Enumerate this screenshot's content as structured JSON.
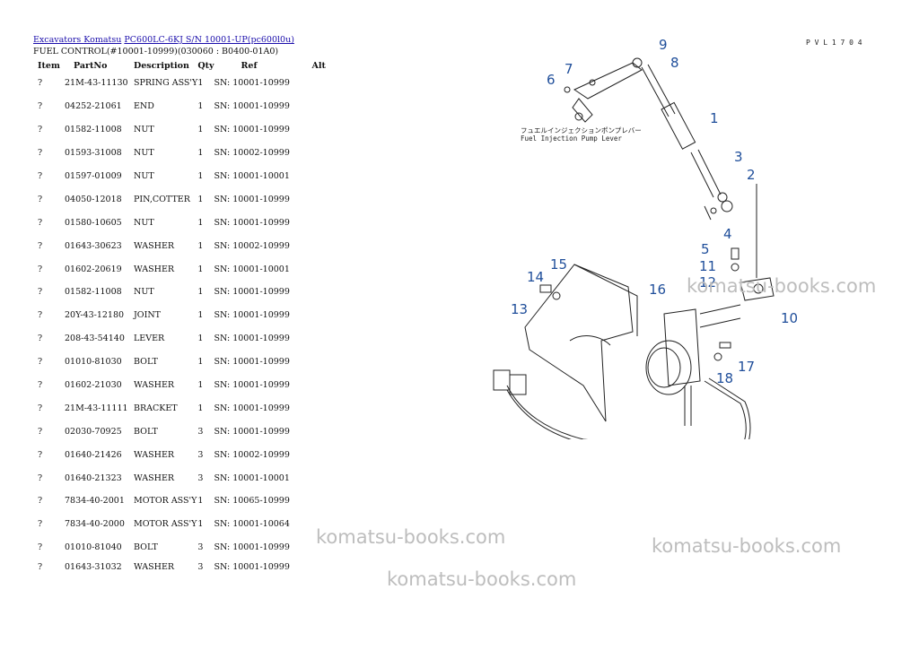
{
  "breadcrumb": {
    "link1": "Excavators Komatsu",
    "link2": "PC600LC-6KJ S/N 10001-UP(pc600l0u)"
  },
  "subtitle": "FUEL CONTROL(#10001-10999)(030060 : B0400-01A0)",
  "table": {
    "headers": [
      "Item",
      "PartNo",
      "Description",
      "Qty",
      "Ref",
      "Alt"
    ],
    "rows": [
      {
        "item": "?",
        "partno": "21M-43-11130",
        "desc": "SPRING ASS'Y",
        "qty": "1",
        "ref": "SN: 10001-10999",
        "alt": ""
      },
      {
        "item": "?",
        "partno": "04252-21061",
        "desc": "END",
        "qty": "1",
        "ref": "SN: 10001-10999",
        "alt": ""
      },
      {
        "item": "?",
        "partno": "01582-11008",
        "desc": "NUT",
        "qty": "1",
        "ref": "SN: 10001-10999",
        "alt": ""
      },
      {
        "item": "?",
        "partno": "01593-31008",
        "desc": "NUT",
        "qty": "1",
        "ref": "SN: 10002-10999",
        "alt": ""
      },
      {
        "item": "?",
        "partno": "01597-01009",
        "desc": "NUT",
        "qty": "1",
        "ref": "SN: 10001-10001",
        "alt": ""
      },
      {
        "item": "?",
        "partno": "04050-12018",
        "desc": "PIN,COTTER",
        "qty": "1",
        "ref": "SN: 10001-10999",
        "alt": ""
      },
      {
        "item": "?",
        "partno": "01580-10605",
        "desc": "NUT",
        "qty": "1",
        "ref": "SN: 10001-10999",
        "alt": ""
      },
      {
        "item": "?",
        "partno": "01643-30623",
        "desc": "WASHER",
        "qty": "1",
        "ref": "SN: 10002-10999",
        "alt": ""
      },
      {
        "item": "?",
        "partno": "01602-20619",
        "desc": "WASHER",
        "qty": "1",
        "ref": "SN: 10001-10001",
        "alt": ""
      },
      {
        "item": "?",
        "partno": "01582-11008",
        "desc": "NUT",
        "qty": "1",
        "ref": "SN: 10001-10999",
        "alt": ""
      },
      {
        "item": "?",
        "partno": "20Y-43-12180",
        "desc": "JOINT",
        "qty": "1",
        "ref": "SN: 10001-10999",
        "alt": ""
      },
      {
        "item": "?",
        "partno": "208-43-54140",
        "desc": "LEVER",
        "qty": "1",
        "ref": "SN: 10001-10999",
        "alt": ""
      },
      {
        "item": "?",
        "partno": "01010-81030",
        "desc": "BOLT",
        "qty": "1",
        "ref": "SN: 10001-10999",
        "alt": ""
      },
      {
        "item": "?",
        "partno": "01602-21030",
        "desc": "WASHER",
        "qty": "1",
        "ref": "SN: 10001-10999",
        "alt": ""
      },
      {
        "item": "?",
        "partno": "21M-43-11111",
        "desc": "BRACKET",
        "qty": "1",
        "ref": "SN: 10001-10999",
        "alt": ""
      },
      {
        "item": "?",
        "partno": "02030-70925",
        "desc": "BOLT",
        "qty": "3",
        "ref": "SN: 10001-10999",
        "alt": ""
      },
      {
        "item": "?",
        "partno": "01640-21426",
        "desc": "WASHER",
        "qty": "3",
        "ref": "SN: 10002-10999",
        "alt": ""
      },
      {
        "item": "?",
        "partno": "01640-21323",
        "desc": "WASHER",
        "qty": "3",
        "ref": "SN: 10001-10001",
        "alt": ""
      },
      {
        "item": "?",
        "partno": "7834-40-2001",
        "desc": "MOTOR ASS'Y",
        "qty": "1",
        "ref": "SN: 10065-10999",
        "alt": ""
      },
      {
        "item": "?",
        "partno": "7834-40-2000",
        "desc": "MOTOR ASS'Y",
        "qty": "1",
        "ref": "SN: 10001-10064",
        "alt": ""
      },
      {
        "item": "?",
        "partno": "01010-81040",
        "desc": "BOLT",
        "qty": "3",
        "ref": "SN: 10001-10999",
        "alt": ""
      },
      {
        "item": "?",
        "partno": "01643-31032",
        "desc": "WASHER",
        "qty": "3",
        "ref": "SN: 10001-10999",
        "alt": ""
      }
    ]
  },
  "diagram": {
    "code": "P V L 1 7 0 4",
    "caption_jp": "フュエルインジェクションポンプレバー",
    "caption_en": "Fuel Injection Pump Lever",
    "callouts": [
      "1",
      "2",
      "3",
      "4",
      "5",
      "6",
      "7",
      "8",
      "9",
      "10",
      "11",
      "12",
      "13",
      "14",
      "15",
      "16",
      "17",
      "18"
    ],
    "callout_color": "#1f4e9a"
  },
  "watermarks": [
    "komatsu-books.com",
    "komatsu-books.com",
    "komatsu-books.com",
    "komatsu-books.com"
  ]
}
